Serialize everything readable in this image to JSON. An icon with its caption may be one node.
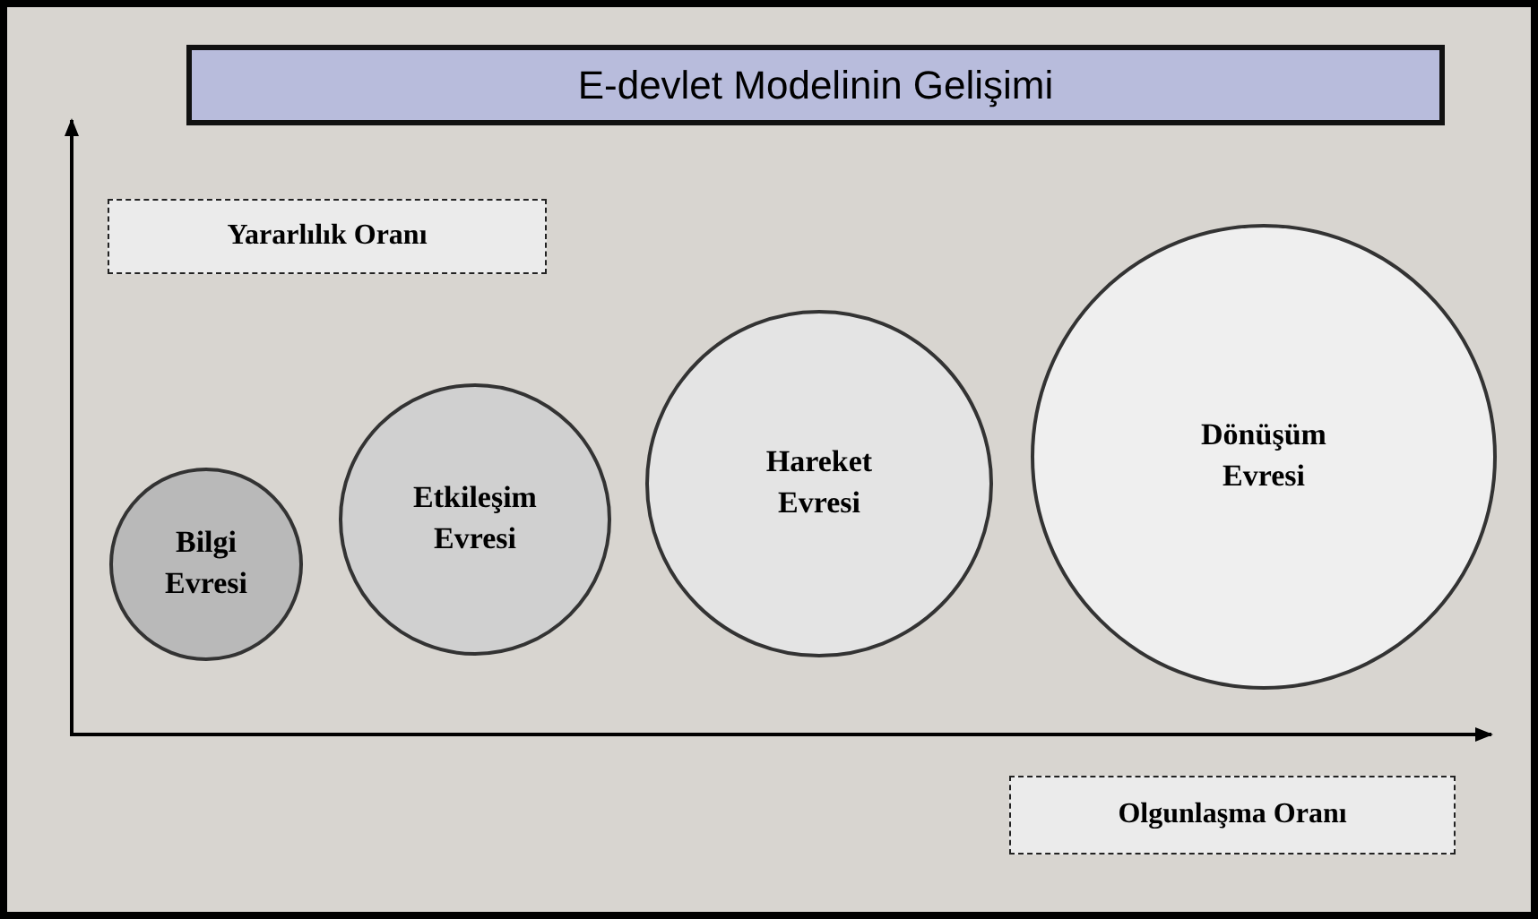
{
  "diagram": {
    "title": "E-devlet Modelinin Gelişimi",
    "nodes": [
      {
        "text": [
          "Yararlılık Oranı"
        ]
      },
      {
        "text": [
          "Bilgi Evresi"
        ]
      },
      {
        "text": [
          "Etkileşim Evresi"
        ]
      },
      {
        "text": [
          "Hareket Evresi"
        ]
      },
      {
        "text": [
          "Dönüşüm Evresi"
        ]
      },
      {
        "text": [
          "Olgunlaşma Oranı"
        ]
      }
    ]
  }
}
